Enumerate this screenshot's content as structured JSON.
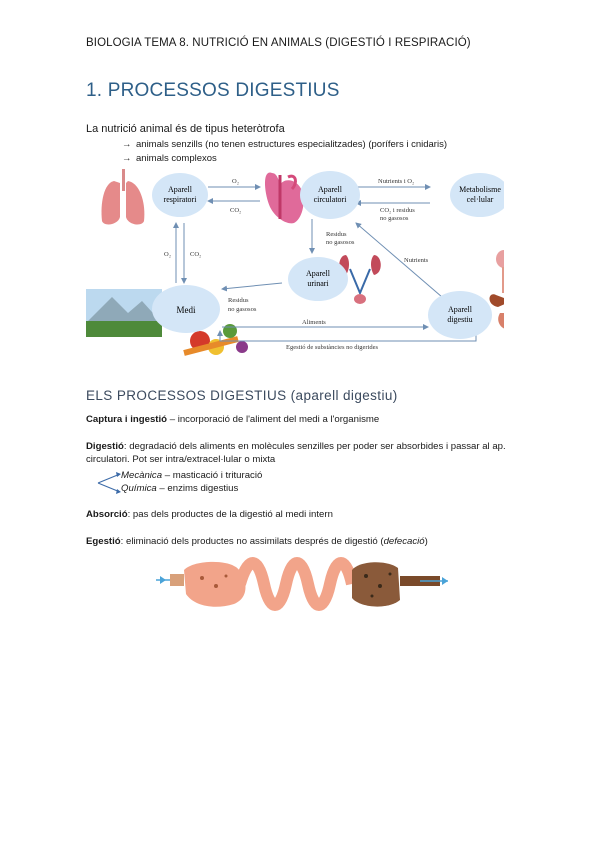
{
  "header": {
    "text": "BIOLOGIA TEMA 8. NUTRICIÓ EN ANIMALS (DIGESTIÓ I RESPIRACIÓ)"
  },
  "section1": {
    "title": "1. PROCESSOS DIGESTIUS"
  },
  "intro": {
    "text": "La nutrició animal és de tipus heteròtrofa",
    "bullets": [
      "animals senzills (no tenen estructures especialitzades) (porífers i cnidaris)",
      "animals complexos"
    ],
    "arrow_glyph": "→"
  },
  "diagram": {
    "nodes": {
      "respiratori": [
        "Aparell",
        "respiratori"
      ],
      "circulatori": [
        "Aparell",
        "circulatori"
      ],
      "metabolisme": [
        "Metabolisme",
        "cel·lular"
      ],
      "urinari": [
        "Aparell",
        "urinari"
      ],
      "medi": "Medi",
      "digestiu": [
        "Aparell",
        "digestiu"
      ]
    },
    "labels": {
      "o2_top": "O₂",
      "co2_top": "CO₂",
      "nutrients_o2": "Nutrients i O₂",
      "co2_residus": [
        "CO₂ i residus",
        "no gasosos"
      ],
      "residus_gas": [
        "Residus",
        "no gasosos"
      ],
      "nutrients": "Nutrients",
      "o2_side": "O₂",
      "co2_side": "CO₂",
      "residus_medi": [
        "Residus",
        "no gasosos"
      ],
      "aliments": "Aliments",
      "egestio": "Egestió de substàncies no digerides"
    },
    "colors": {
      "node_fill": "#d4e6f7",
      "arrow": "#6f8fb3"
    }
  },
  "section2": {
    "title": "ELS PROCESSOS DIGESTIUS (aparell digestiu)",
    "captura": {
      "term": "Captura i ingestió",
      "text": " – incorporació de l'aliment del medi a l'organisme"
    },
    "digestio": {
      "term": "Digestió",
      "text": ": degradació dels aliments en molècules senzilles per poder ser absorbides i passar al ap. circulatori. Pot ser intra/extracel·lular o mixta"
    },
    "mecanica": {
      "term": "Mecànica",
      "text": " – masticació i trituració"
    },
    "quimica": {
      "term": "Química",
      "text": " – enzims digestius"
    },
    "absorcio": {
      "term": "Absorció",
      "text": ": pas dels productes de la digestió al medi intern"
    },
    "egestio": {
      "term": "Egestió",
      "text": ": eliminació dels productes no assimilats després de digestió (",
      "italic": "defecació",
      "close": ")"
    }
  }
}
